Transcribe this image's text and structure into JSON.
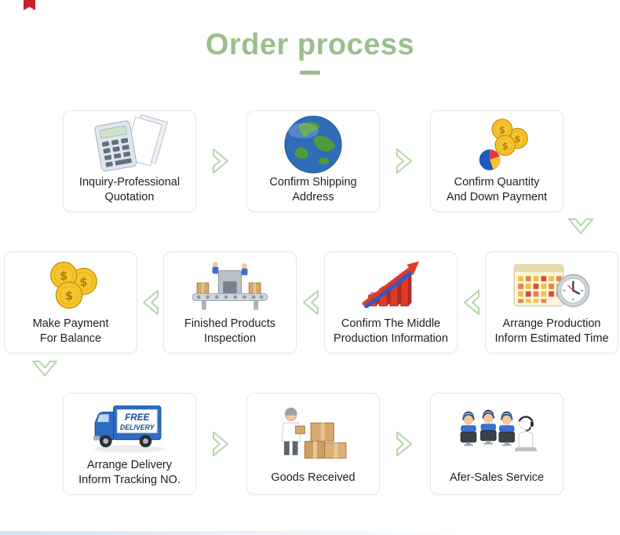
{
  "title": "Order process",
  "icons": {
    "coin_symbol": "$"
  },
  "colors": {
    "title_green": "#9bbf8c",
    "chevron_green": "#b5d6aa",
    "card_border": "#e3e9e1",
    "coin_gold": "#f6c62f",
    "truck_blue": "#2f6cc3",
    "chart_red": "#dc3a2c"
  },
  "rows": [
    {
      "direction": "right",
      "cards": [
        {
          "icon": "calculator-quotation-icon",
          "label_lines": [
            "Inquiry-Professional",
            "Quotation"
          ]
        },
        {
          "icon": "globe-icon",
          "label_lines": [
            "Confirm Shipping",
            "Address"
          ]
        },
        {
          "icon": "coins-pie-chart-icon",
          "label_lines": [
            "Confirm Quantity",
            "And Down Payment"
          ]
        }
      ]
    },
    {
      "direction": "left",
      "cards": [
        {
          "icon": "gold-coins-icon",
          "label_lines": [
            "Make Payment",
            "For Balance"
          ]
        },
        {
          "icon": "conveyor-inspection-icon",
          "label_lines": [
            "Finished Products",
            "Inspection"
          ]
        },
        {
          "icon": "growth-chart-icon",
          "label_lines": [
            "Confirm The Middle",
            "Production Information"
          ]
        },
        {
          "icon": "calendar-clock-icon",
          "label_lines": [
            "Arrange Production",
            "Inform Estimated Time"
          ]
        }
      ]
    },
    {
      "direction": "right",
      "cards": [
        {
          "icon": "delivery-truck-icon",
          "label_lines": [
            "Arrange Delivery",
            "Inform Tracking NO."
          ],
          "truck_sign": {
            "line1": "FREE",
            "line2": "DELIVERY"
          }
        },
        {
          "icon": "courier-boxes-icon",
          "label_lines": [
            "Goods Received"
          ]
        },
        {
          "icon": "customer-service-icon",
          "label_lines": [
            "Afer-Sales Service"
          ]
        }
      ]
    }
  ]
}
